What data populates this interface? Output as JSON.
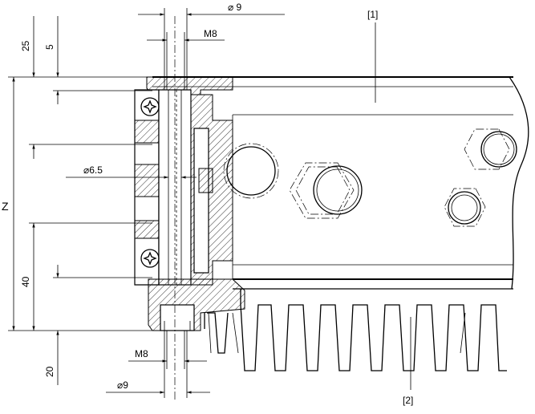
{
  "labels": {
    "ref_1": "[1]",
    "ref_2": "[2]",
    "dim_z": "Z",
    "dim_25": "25",
    "dim_5": "5",
    "dim_40": "40",
    "dim_20": "20",
    "dim_dia9_top": "⌀ 9",
    "dim_m8_top": "M8",
    "dim_dia65": "⌀6.5",
    "dim_m8_bottom": "M8",
    "dim_dia9_bottom": "⌀9"
  }
}
